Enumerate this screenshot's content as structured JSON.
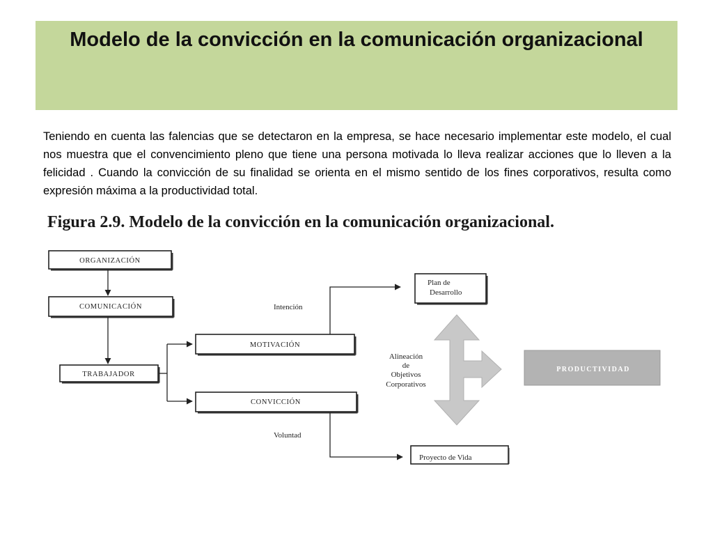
{
  "header": {
    "title": "Modelo de la convicción en la comunicación organizacional"
  },
  "body": {
    "paragraph": "Teniendo en cuenta las falencias que se detectaron en la empresa, se hace necesario implementar este modelo,  el cual  nos muestra que el convencimiento pleno que tiene una persona motivada  lo lleva  realizar acciones que lo lleven  a la felicidad . Cuando la convicción de su finalidad se orienta en el mismo sentido de los fines corporativos, resulta como expresión máxima a la productividad total."
  },
  "figure": {
    "title": "Figura 2.9. Modelo de la convicción en la comunicación organizacional.",
    "nodes": {
      "organizacion": "ORGANIZACIÓN",
      "comunicacion": "COMUNICACIÓN",
      "trabajador": "TRABAJADOR",
      "motivacion": "MOTIVACIÓN",
      "conviccion": "CONVICCIÓN",
      "plan_line1": "Plan de",
      "plan_line2": "Desarrollo",
      "proyecto": "Proyecto de Vida",
      "productividad": "PRODUCTIVIDAD"
    },
    "labels": {
      "intencion": "Intención",
      "voluntad": "Voluntad",
      "alineacion_line1": "Alineación",
      "alineacion_line2": "de",
      "alineacion_line3": "Objetivos",
      "alineacion_line4": "Corporativos"
    },
    "colors": {
      "header_bg": "#c4d79b",
      "productividad_bg": "#b3b3b3",
      "arrow_gray": "#c8c8c8"
    }
  }
}
